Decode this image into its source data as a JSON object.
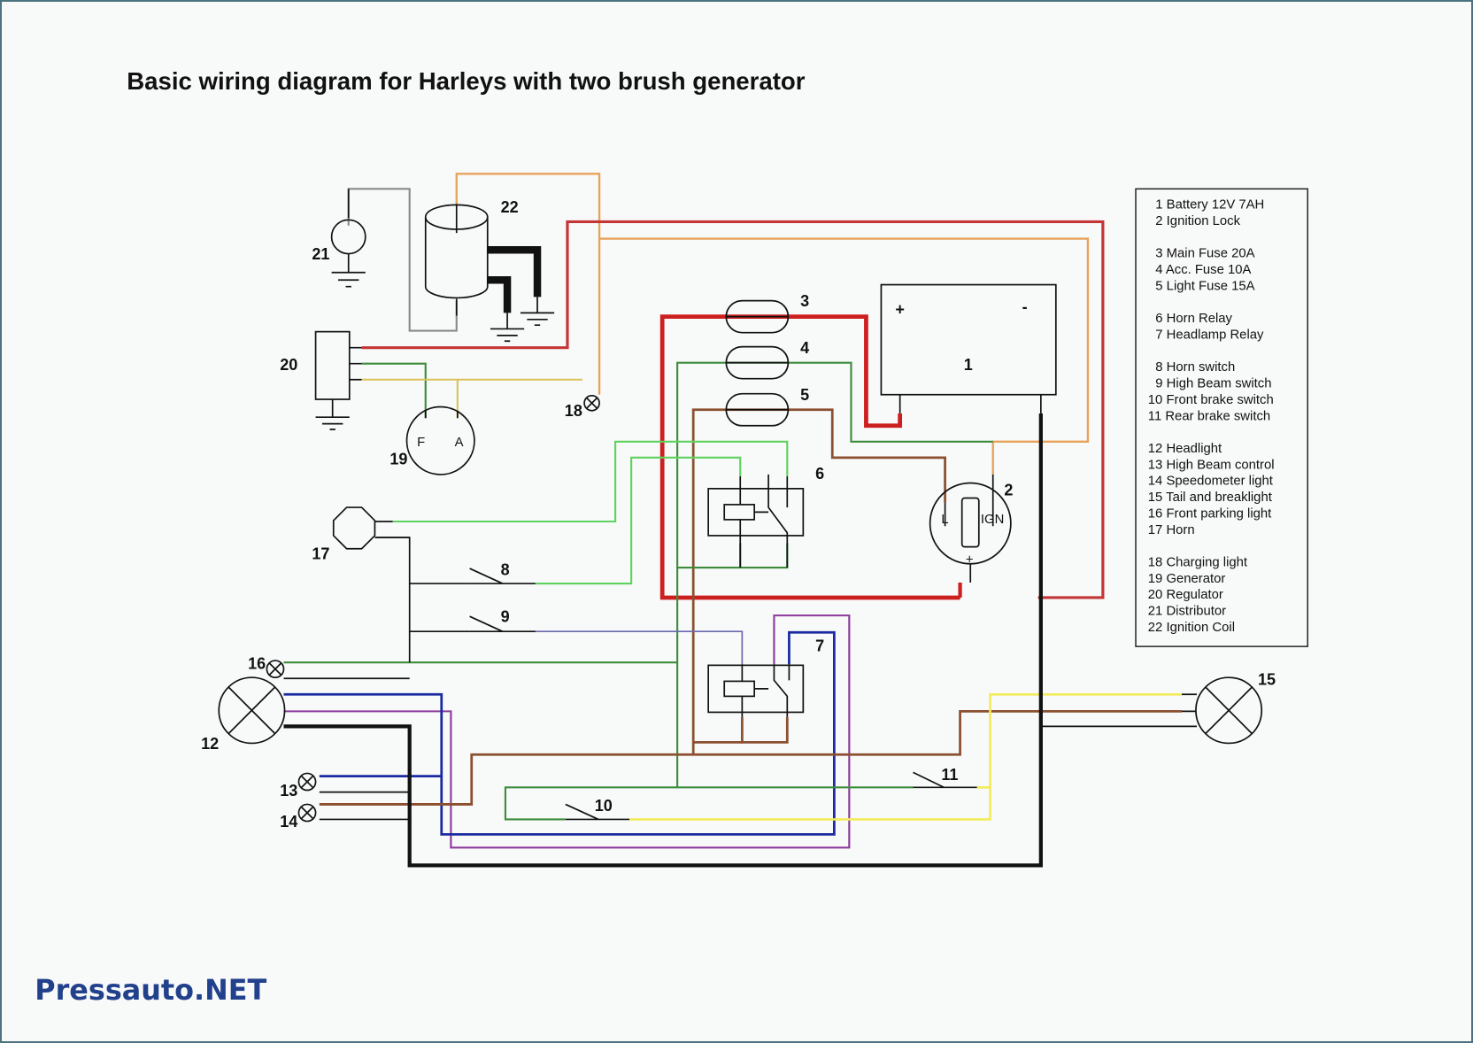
{
  "title": "Basic wiring diagram for Harleys with two brush generator",
  "brand": "Pressauto.NET",
  "colors": {
    "frame": "#4d7280",
    "brand": "#22418c",
    "wire_red": "#cc1f1f",
    "wire_orange": "#e8a25a",
    "wire_green": "#3c8c3c",
    "wire_light_green": "#5ed25e",
    "wire_yellow": "#f2ec5a",
    "wire_brown": "#8b5030",
    "wire_blue": "#1a2aa0",
    "wire_purple": "#8a3a9a",
    "wire_gray": "#8a8a8a",
    "wire_black": "#111111"
  },
  "components": {
    "battery": {
      "num": "1",
      "plus": "+",
      "minus": "-"
    },
    "ignition_lock": {
      "num": "2",
      "l": "L",
      "ign": "IGN",
      "plus": "+"
    },
    "fuse_main": {
      "num": "3"
    },
    "fuse_acc": {
      "num": "4"
    },
    "fuse_light": {
      "num": "5"
    },
    "horn_relay": {
      "num": "6"
    },
    "headlamp_relay": {
      "num": "7"
    },
    "horn_switch": {
      "num": "8"
    },
    "high_beam_switch": {
      "num": "9"
    },
    "front_brake_switch": {
      "num": "10"
    },
    "rear_brake_switch": {
      "num": "11"
    },
    "headlight": {
      "num": "12"
    },
    "high_beam_control": {
      "num": "13"
    },
    "speedometer_light": {
      "num": "14"
    },
    "tail_light": {
      "num": "15"
    },
    "front_parking_light": {
      "num": "16"
    },
    "horn": {
      "num": "17"
    },
    "charging_light": {
      "num": "18"
    },
    "generator": {
      "num": "19",
      "f": "F",
      "a": "A"
    },
    "regulator": {
      "num": "20"
    },
    "distributor": {
      "num": "21"
    },
    "ignition_coil": {
      "num": "22"
    }
  },
  "legend": {
    "groups": [
      [
        "1 Battery 12V 7AH",
        "2 Ignition Lock"
      ],
      [
        "3 Main Fuse 20A",
        "4 Acc. Fuse 10A",
        "5 Light Fuse 15A"
      ],
      [
        "6 Horn Relay",
        "7 Headlamp Relay"
      ],
      [
        "8 Horn switch",
        "9 High Beam switch",
        "10 Front brake switch",
        "11 Rear brake switch"
      ],
      [
        "12 Headlight",
        "13 High Beam control",
        "14 Speedometer light",
        "15 Tail and breaklight",
        "16 Front parking light",
        "17 Horn"
      ],
      [
        "18 Charging light",
        "19 Generator",
        "20 Regulator",
        "21 Distributor",
        "22 Ignition Coil"
      ]
    ]
  }
}
